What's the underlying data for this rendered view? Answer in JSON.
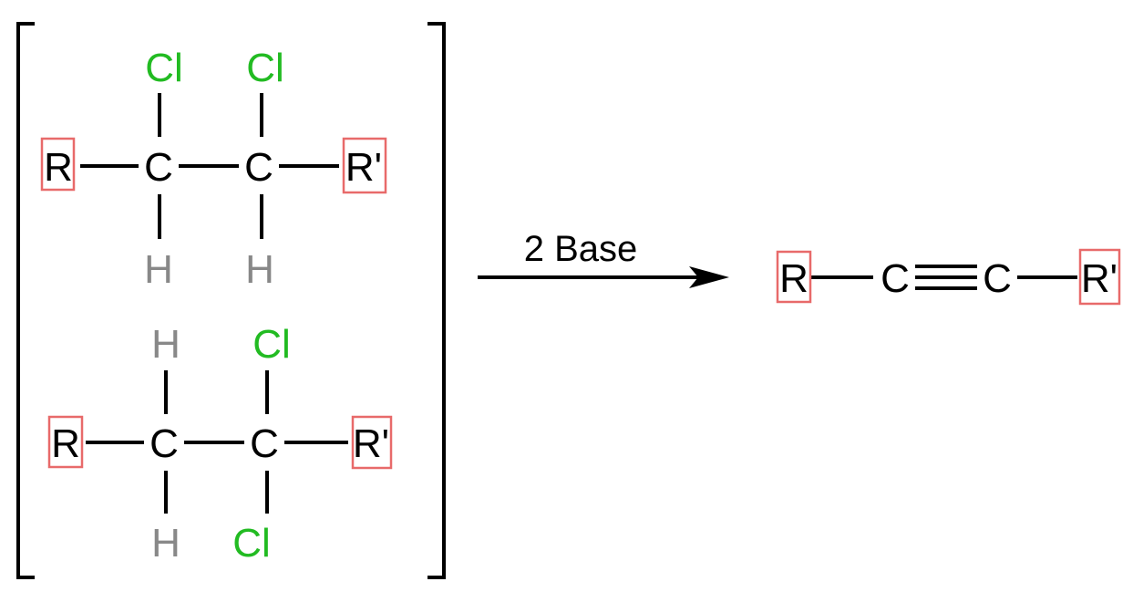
{
  "colors": {
    "carbon": "#000000",
    "chlorine": "#22bb22",
    "hydrogen": "#888888",
    "substituent": "#000000",
    "highlight_box": "#e86a6a",
    "lines": "#000000"
  },
  "reaction": {
    "reagent": "2 Base"
  },
  "reactant_top": {
    "r_left": "R",
    "c1": "C",
    "c2": "C",
    "r_right": "R'",
    "c1_top": "Cl",
    "c2_top": "Cl",
    "c1_bottom": "H",
    "c2_bottom": "H"
  },
  "reactant_bottom": {
    "r_left": "R",
    "c1": "C",
    "c2": "C",
    "r_right": "R'",
    "c1_top": "H",
    "c2_top": "Cl",
    "c1_bottom": "H",
    "c2_bottom": "Cl"
  },
  "product": {
    "r_left": "R",
    "c1": "C",
    "c2": "C",
    "r_right": "R'",
    "bond_order_c1_c2": 3
  }
}
